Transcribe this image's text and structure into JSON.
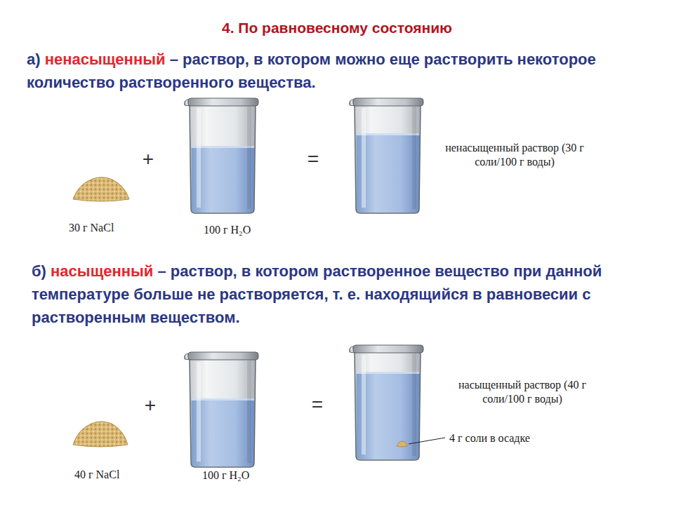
{
  "diagram": {
    "title": "4. По равновесному состоянию",
    "labels": [
      "а)",
      "ненасыщенный",
      "– раствор, в котором можно еще растворить некоторое количество растворенного вещества.",
      "+",
      "=",
      "ненасыщенный раствор (30 г соли/100 г воды)",
      "30 г NaCl",
      "100 г H₂O",
      "б)",
      "насыщенный",
      "– раствор, в котором растворенное вещество при данной температуре больше не растворяется, т. е. находящийся в равновесии с растворенным веществом.",
      "+",
      "=",
      "насыщенный раствор (40 г соли/100 г воды)",
      "4 г соли в осадке",
      "40 г NaCl",
      "100 г H₂O"
    ]
  }
}
